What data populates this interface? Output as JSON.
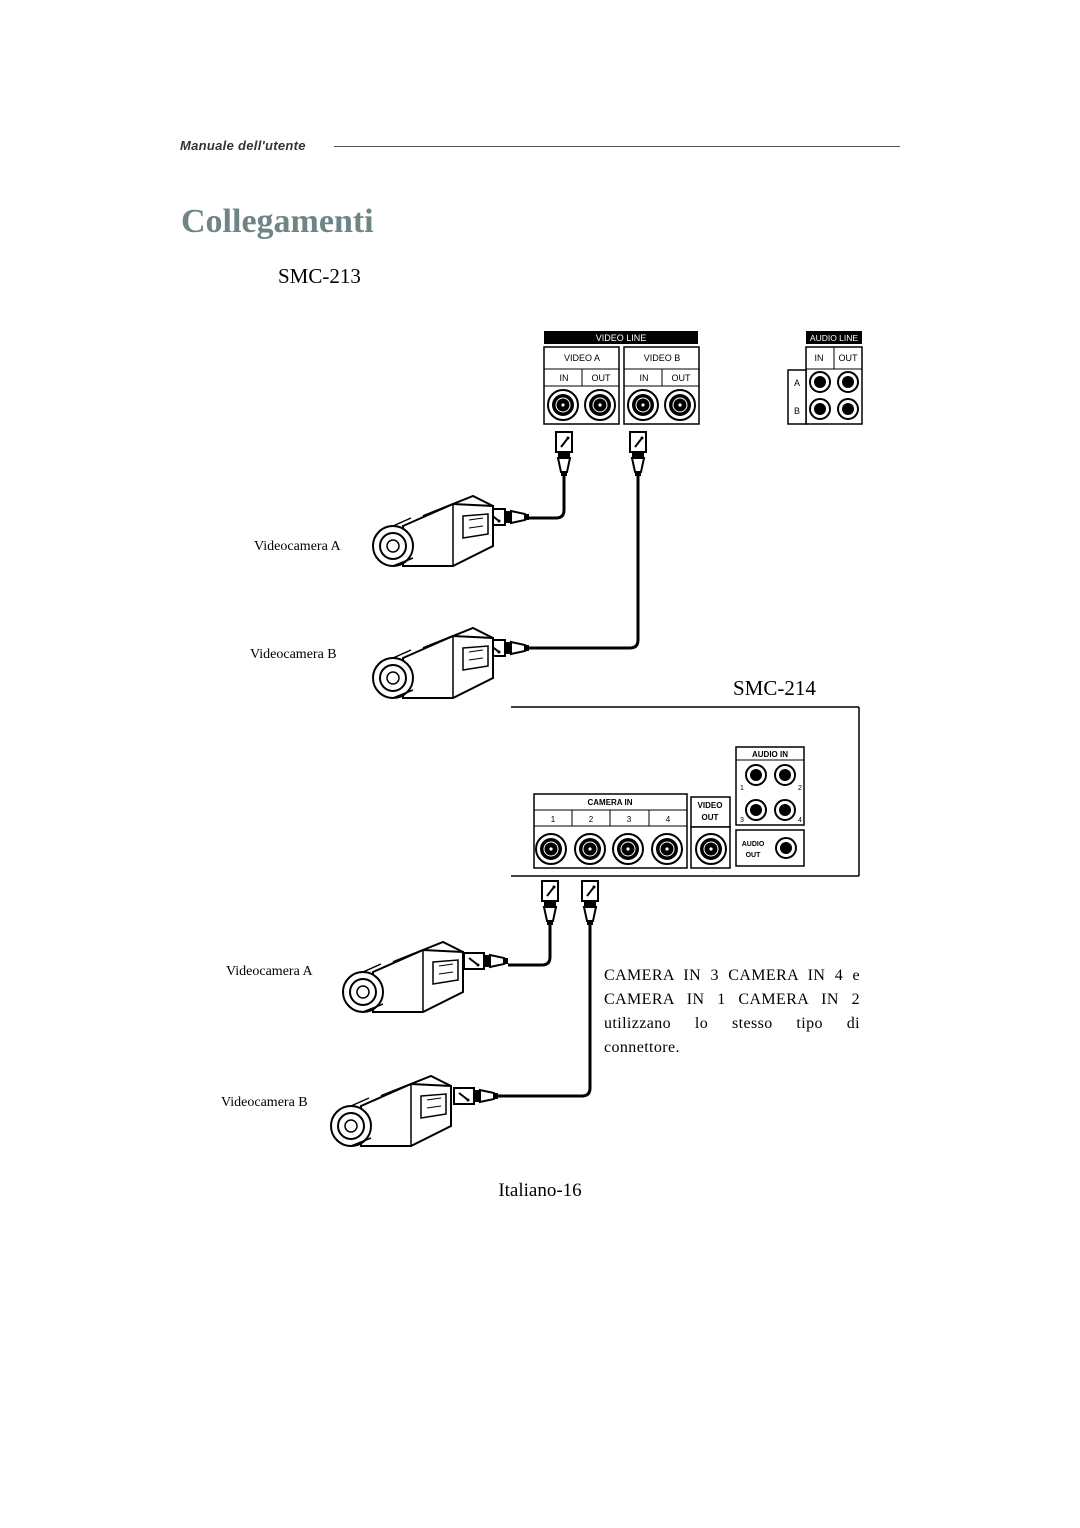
{
  "header": {
    "manual_label": "Manuale dell'utente"
  },
  "title": "Collegamenti",
  "smc213": {
    "model": "SMC-213",
    "video_line_label": "VIDEO LINE",
    "video_a_label": "VIDEO A",
    "video_b_label": "VIDEO B",
    "in_label": "IN",
    "out_label": "OUT",
    "audio_line_label": "AUDIO LINE",
    "audio_row_a": "A",
    "audio_row_b": "B",
    "camera_a_label": "Videocamera A",
    "camera_b_label": "Videocamera B"
  },
  "smc214": {
    "model": "SMC-214",
    "camera_in_label": "CAMERA IN",
    "camera_in_ports": [
      "1",
      "2",
      "3",
      "4"
    ],
    "video_out_label_1": "VIDEO",
    "video_out_label_2": "OUT",
    "audio_in_label": "AUDIO IN",
    "audio_in_ports": [
      "1",
      "2",
      "3",
      "4"
    ],
    "audio_out_label_1": "AUDIO",
    "audio_out_label_2": "OUT",
    "camera_a_label": "Videocamera A",
    "camera_b_label": "Videocamera B",
    "note": "CAMERA IN 3 CAMERA IN 4 e CAMERA IN 1 CAMERA IN 2 utilizzano lo stesso tipo di connettore."
  },
  "footer": {
    "page_number": "Italiano-16"
  }
}
